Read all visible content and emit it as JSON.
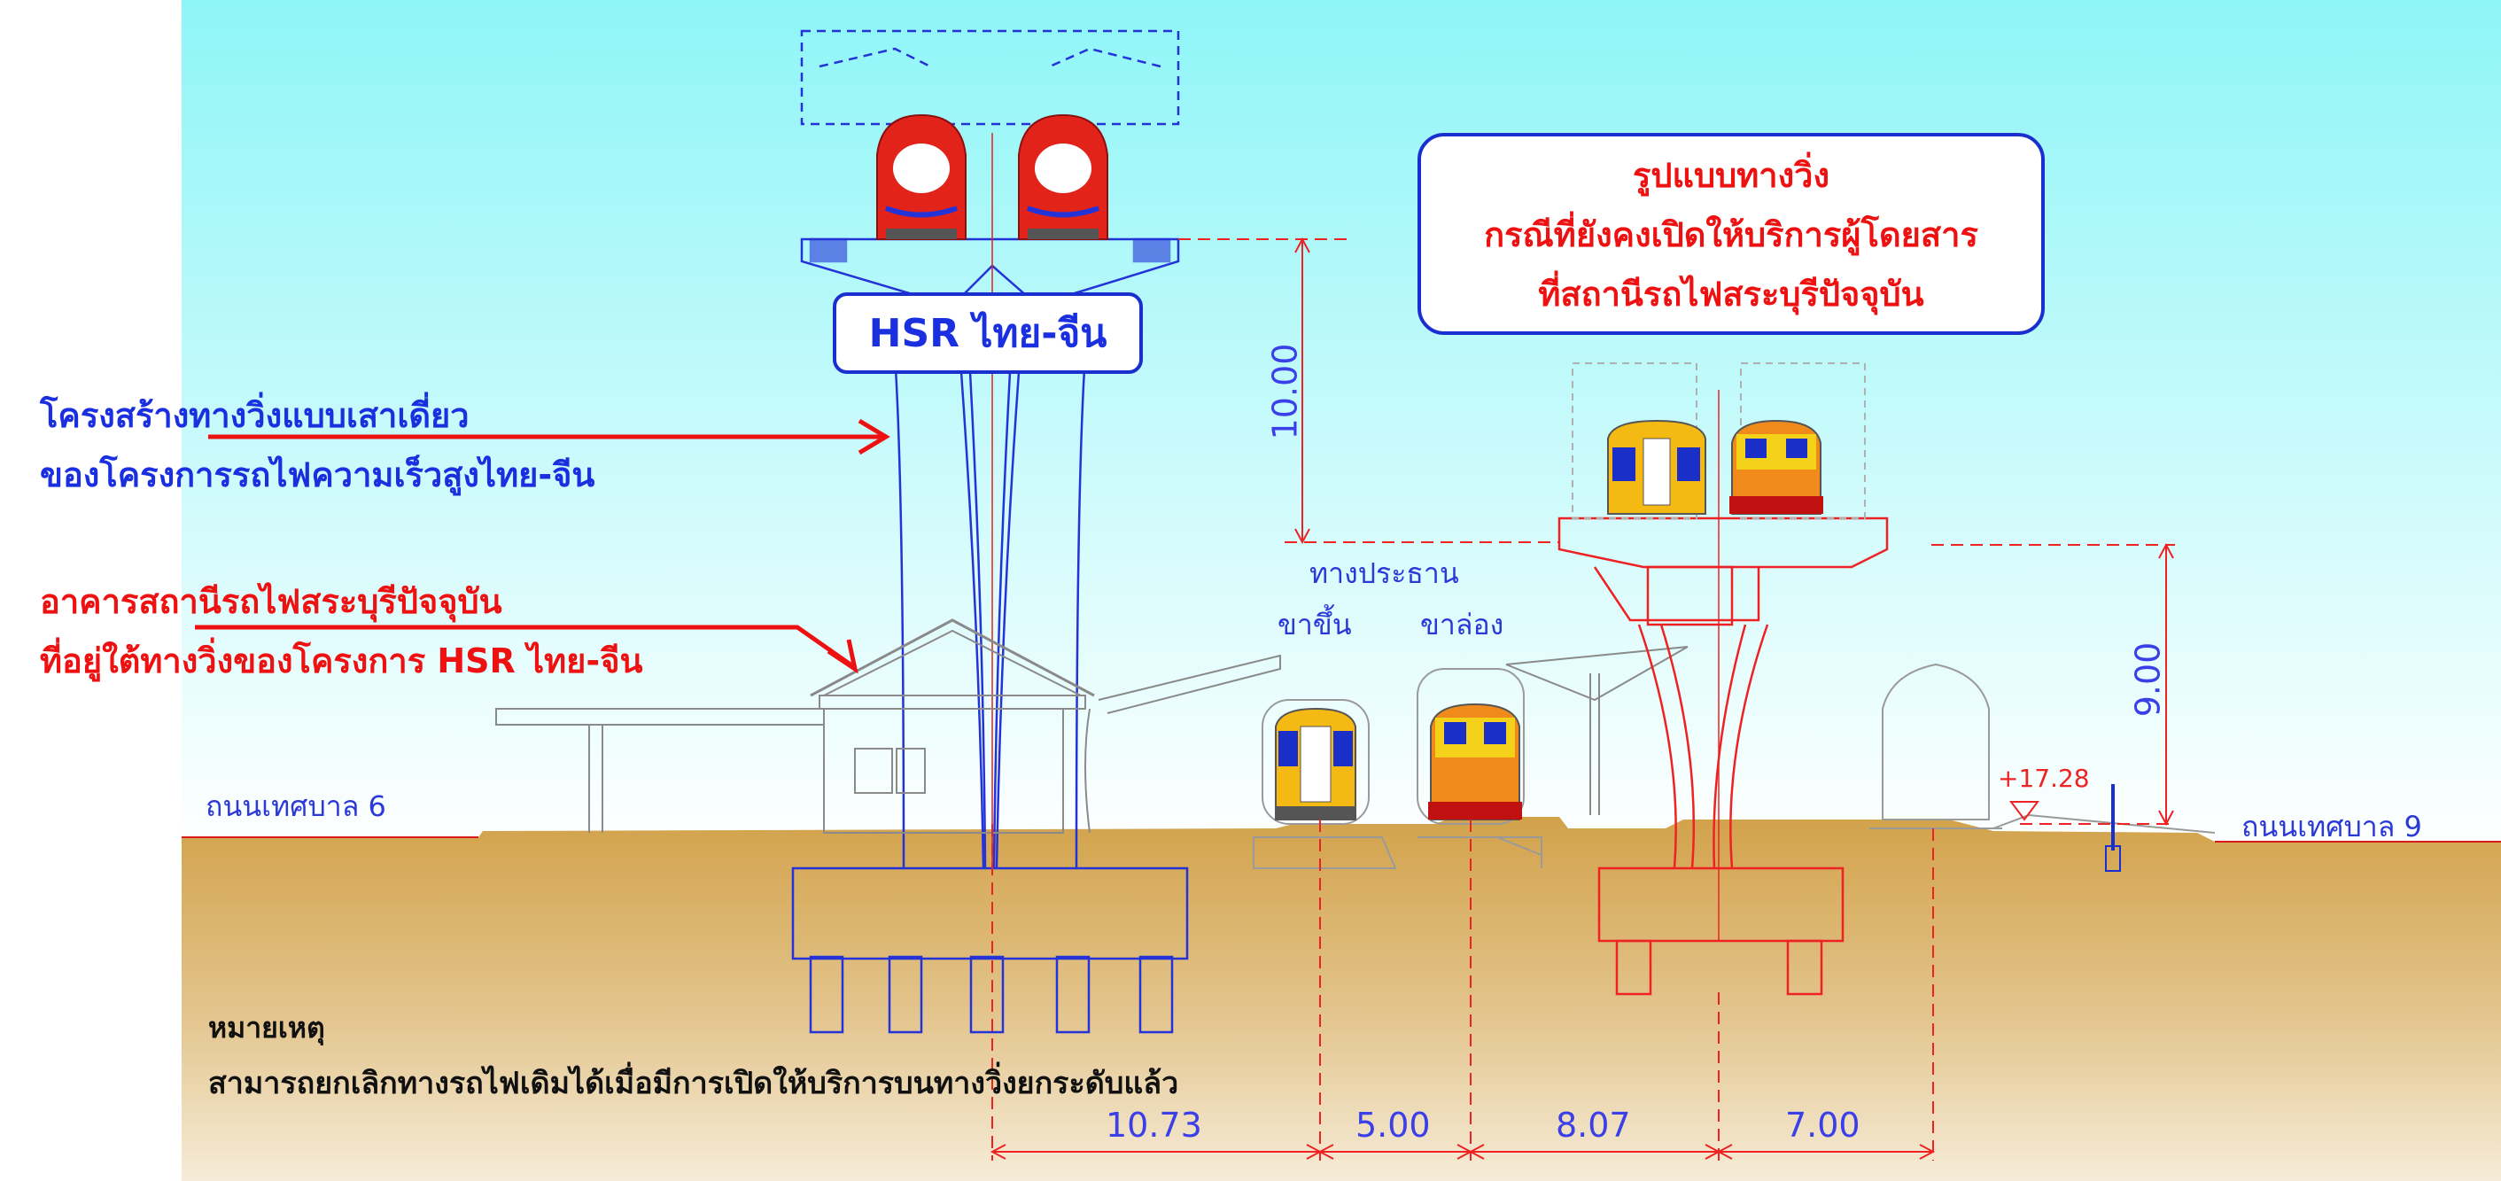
{
  "title_box": {
    "line1": "รูปแบบทางวิ่ง",
    "line2": "กรณีที่ยังคงเปิดให้บริการผู้โดยสาร",
    "line3": "ที่สถานีรถไฟสระบุรีปัจจุบัน"
  },
  "hsr_label": "HSR ไทย-จีน",
  "annotations": {
    "pier_line1": "โครงสร้างทางวิ่งแบบเสาเดี่ยว",
    "pier_line2": "ของโครงการรถไฟความเร็วสูงไทย-จีน",
    "station_line1": "อาคารสถานีรถไฟสระบุรีปัจจุบัน",
    "station_line2": "ที่อยู่ใต้ทางวิ่งของโครงการ HSR ไทย-จีน"
  },
  "roads": {
    "left": "ถนนเทศบาล 6",
    "right": "ถนนเทศบาล 9"
  },
  "tracks": {
    "main": "ทางประธาน",
    "up": "ขาขึ้น",
    "down": "ขาล่อง"
  },
  "dimensions": {
    "vertical_hsr": "10.00",
    "vertical_elevated": "9.00",
    "level": "+17.28",
    "horizontal": [
      "10.73",
      "5.00",
      "8.07",
      "7.00"
    ]
  },
  "note": {
    "title": "หมายเหตุ",
    "body": "สามารถยกเลิกทางรถไฟเดิมได้เมื่อมีการเปิดให้บริการบนทางวิ่งยกระดับแล้ว"
  },
  "colors": {
    "sky_top": "#8ef5f7",
    "ground": "#d6a94e",
    "structure_blue": "#2433d8",
    "structure_red": "#ee2222",
    "outline_gray": "#9a9a9a"
  }
}
